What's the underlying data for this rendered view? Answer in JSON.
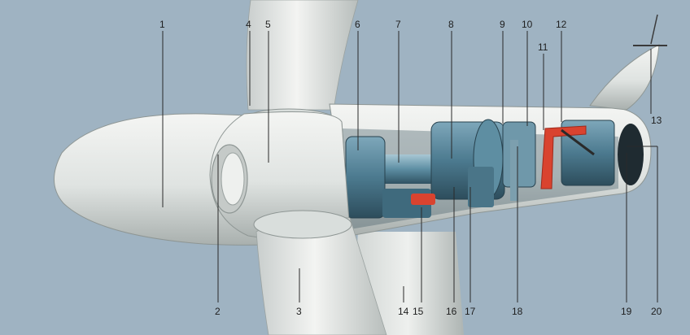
{
  "callouts": [
    {
      "num": "1"
    },
    {
      "num": "2"
    },
    {
      "num": "3"
    },
    {
      "num": "4"
    },
    {
      "num": "5"
    },
    {
      "num": "6"
    },
    {
      "num": "7"
    },
    {
      "num": "8"
    },
    {
      "num": "9"
    },
    {
      "num": "10"
    },
    {
      "num": "11"
    },
    {
      "num": "12"
    },
    {
      "num": "13"
    },
    {
      "num": "14"
    },
    {
      "num": "15"
    },
    {
      "num": "16"
    },
    {
      "num": "17"
    },
    {
      "num": "18"
    },
    {
      "num": "19"
    },
    {
      "num": "20"
    }
  ],
  "colors": {
    "background": "#9fb3c2",
    "shell": "#e9ecea",
    "machinery": "#4f7f94",
    "crane": "#d9432f"
  }
}
